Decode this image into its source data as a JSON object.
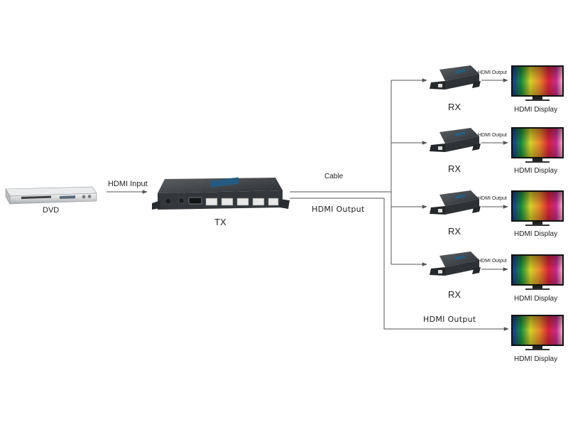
{
  "source": {
    "label": "DVD"
  },
  "input_label": "HDMI Input",
  "transmitter": {
    "label": "TX"
  },
  "cable_label": "Cable",
  "local_output_label": "HDMI Output",
  "receivers": [
    {
      "label": "RX",
      "output_label": "HDMI Output",
      "display_label": "HDMI Display"
    },
    {
      "label": "RX",
      "output_label": "HDMI Output",
      "display_label": "HDMI Display"
    },
    {
      "label": "RX",
      "output_label": "HDMI Output",
      "display_label": "HDMI Display"
    },
    {
      "label": "RX",
      "output_label": "HDMI Output",
      "display_label": "HDMI Display"
    }
  ],
  "loop_output": {
    "output_label": "HDMI Output",
    "display_label": "HDMI Display"
  }
}
